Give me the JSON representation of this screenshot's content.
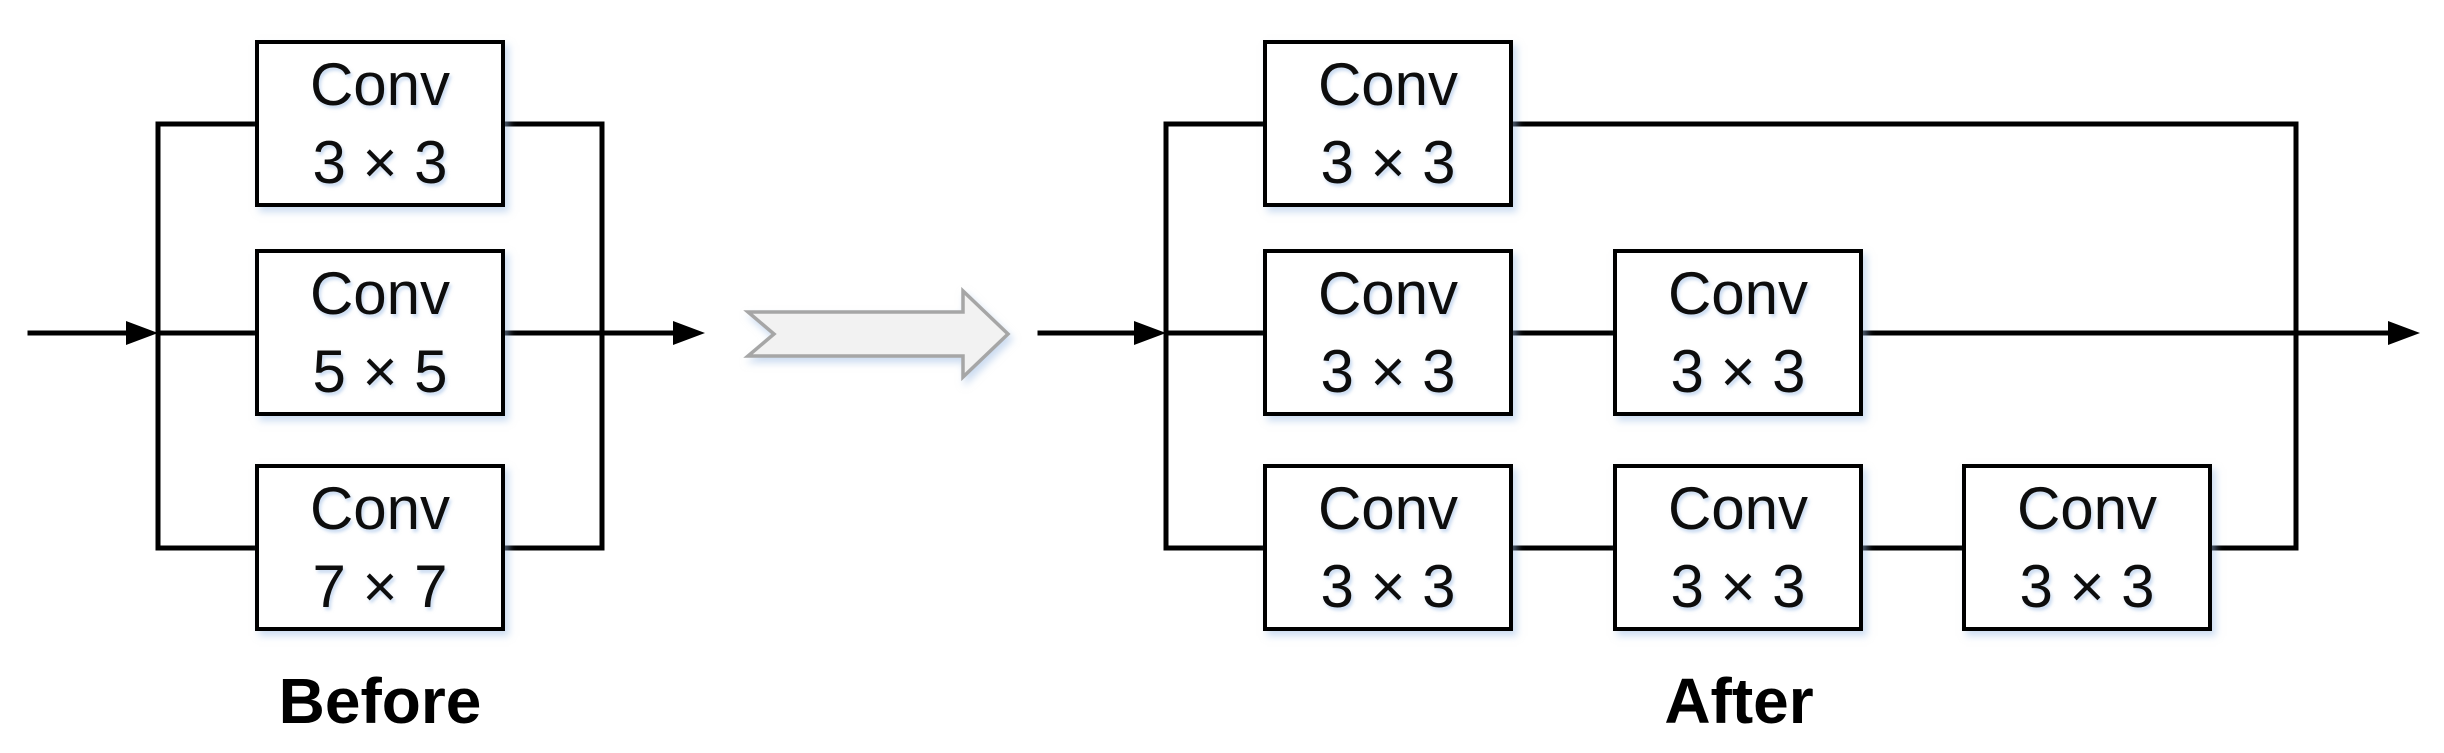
{
  "before": {
    "label": "Before",
    "boxes": [
      {
        "title": "Conv",
        "size": "3 × 3"
      },
      {
        "title": "Conv",
        "size": "5 × 5"
      },
      {
        "title": "Conv",
        "size": "7 × 7"
      }
    ]
  },
  "after": {
    "label": "After",
    "rows": [
      {
        "boxes": [
          {
            "title": "Conv",
            "size": "3 × 3"
          }
        ]
      },
      {
        "boxes": [
          {
            "title": "Conv",
            "size": "3 × 3"
          },
          {
            "title": "Conv",
            "size": "3 × 3"
          }
        ]
      },
      {
        "boxes": [
          {
            "title": "Conv",
            "size": "3 × 3"
          },
          {
            "title": "Conv",
            "size": "3 × 3"
          },
          {
            "title": "Conv",
            "size": "3 × 3"
          }
        ]
      }
    ]
  },
  "transform_arrow": {
    "icon": "block-arrow-right-icon"
  },
  "colors": {
    "wire": "#000000",
    "box_border": "#000000",
    "box_fill": "#ffffff",
    "block_arrow_fill": "#f2f2f2",
    "block_arrow_stroke": "#a6a6a6"
  }
}
